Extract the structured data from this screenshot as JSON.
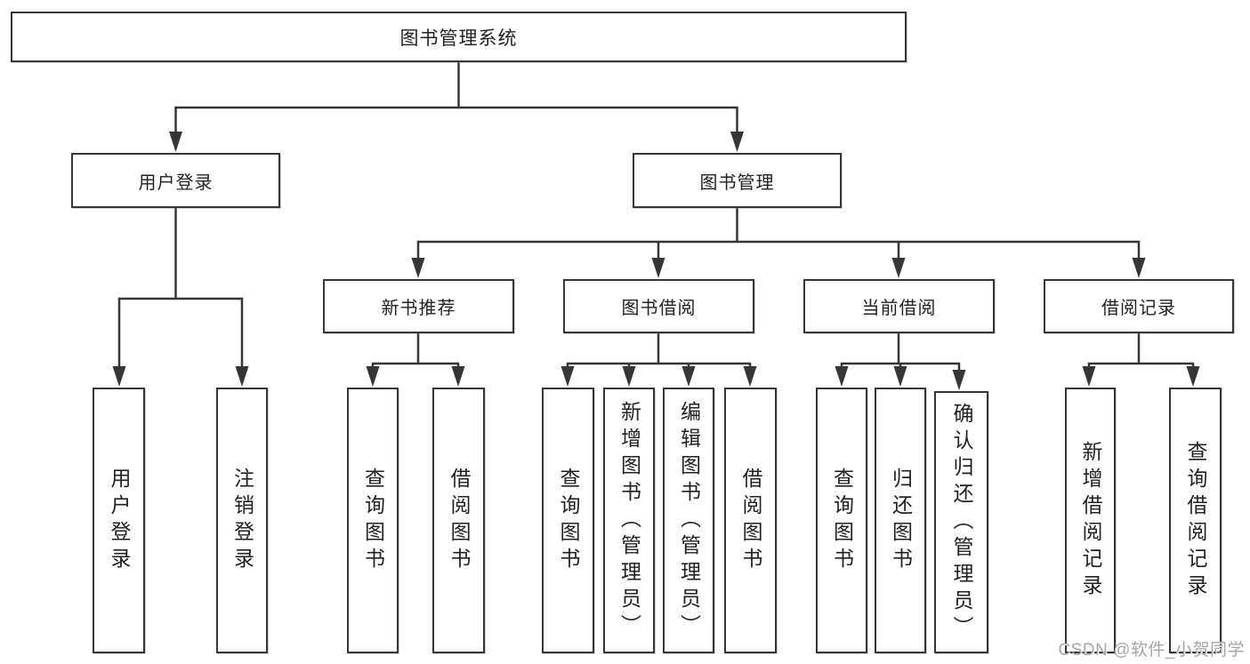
{
  "diagram": {
    "root": {
      "label": "图书管理系统"
    },
    "groups": [
      {
        "label": "用户登录",
        "children": [
          "用户登录",
          "注销登录"
        ]
      },
      {
        "label": "图书管理",
        "sections": [
          {
            "label": "新书推荐",
            "children": [
              "查询图书",
              "借阅图书"
            ]
          },
          {
            "label": "图书借阅",
            "children": [
              "查询图书",
              "新增图书（管理员）",
              "编辑图书（管理员）",
              "借阅图书"
            ]
          },
          {
            "label": "当前借阅",
            "children": [
              "查询图书",
              "归还图书",
              "确认归还（管理员）"
            ]
          },
          {
            "label": "借阅记录",
            "children": [
              "新增借阅记录",
              "查询借阅记录"
            ]
          }
        ]
      }
    ]
  },
  "watermark": "CSDN @软件_小贺同学",
  "colors": {
    "line": "#363636",
    "box_border": "#363636",
    "text": "#222222",
    "watermark": "#a6a6a6",
    "background": "#ffffff"
  }
}
